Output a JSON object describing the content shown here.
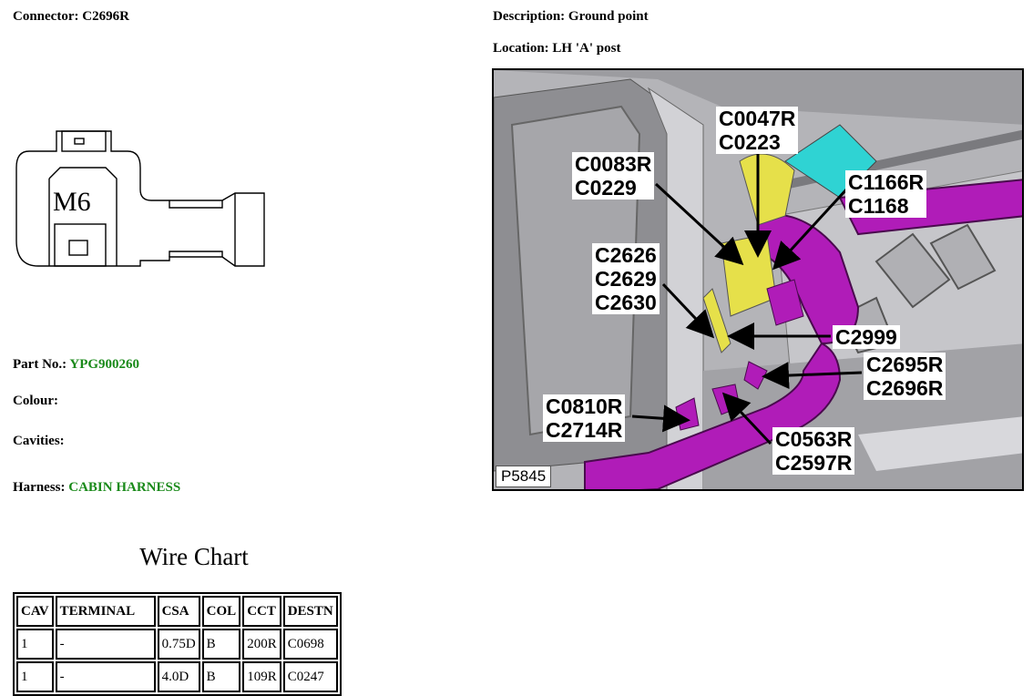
{
  "header": {
    "connector_label": "Connector:",
    "connector_value": "C2696R",
    "description_label": "Description:",
    "description_value": "Ground point",
    "location_label": "Location:",
    "location_value": "LH 'A' post"
  },
  "connector_face": {
    "marking": "M6"
  },
  "details": {
    "part_no_label": "Part No.:",
    "part_no_value": "YPG900260",
    "colour_label": "Colour:",
    "colour_value": "",
    "cavities_label": "Cavities:",
    "cavities_value": "",
    "harness_label": "Harness:",
    "harness_value": "CABIN HARNESS"
  },
  "photo": {
    "id": "P5845",
    "callouts": {
      "c0047r": "C0047R\nC0223",
      "c0083r": "C0083R\nC0229",
      "c1166r": "C1166R\nC1168",
      "c2626": "C2626\nC2629\nC2630",
      "c2999": "C2999",
      "c2695r": "C2695R\nC2696R",
      "c0810r": "C0810R\nC2714R",
      "c0563r": "C0563R\nC2597R"
    }
  },
  "wire_chart": {
    "title": "Wire Chart",
    "headers": [
      "CAV",
      "TERMINAL",
      "CSA",
      "COL",
      "CCT",
      "DESTN"
    ],
    "rows": [
      [
        "1",
        "-",
        "0.75D",
        "B",
        "200R",
        "C0698"
      ],
      [
        "1",
        "-",
        "4.0D",
        "B",
        "109R",
        "C0247"
      ]
    ]
  },
  "colors": {
    "accent_green": "#1a8a1a",
    "harness_magenta": "#b01cb8",
    "connector_yellow": "#e6e04a"
  }
}
